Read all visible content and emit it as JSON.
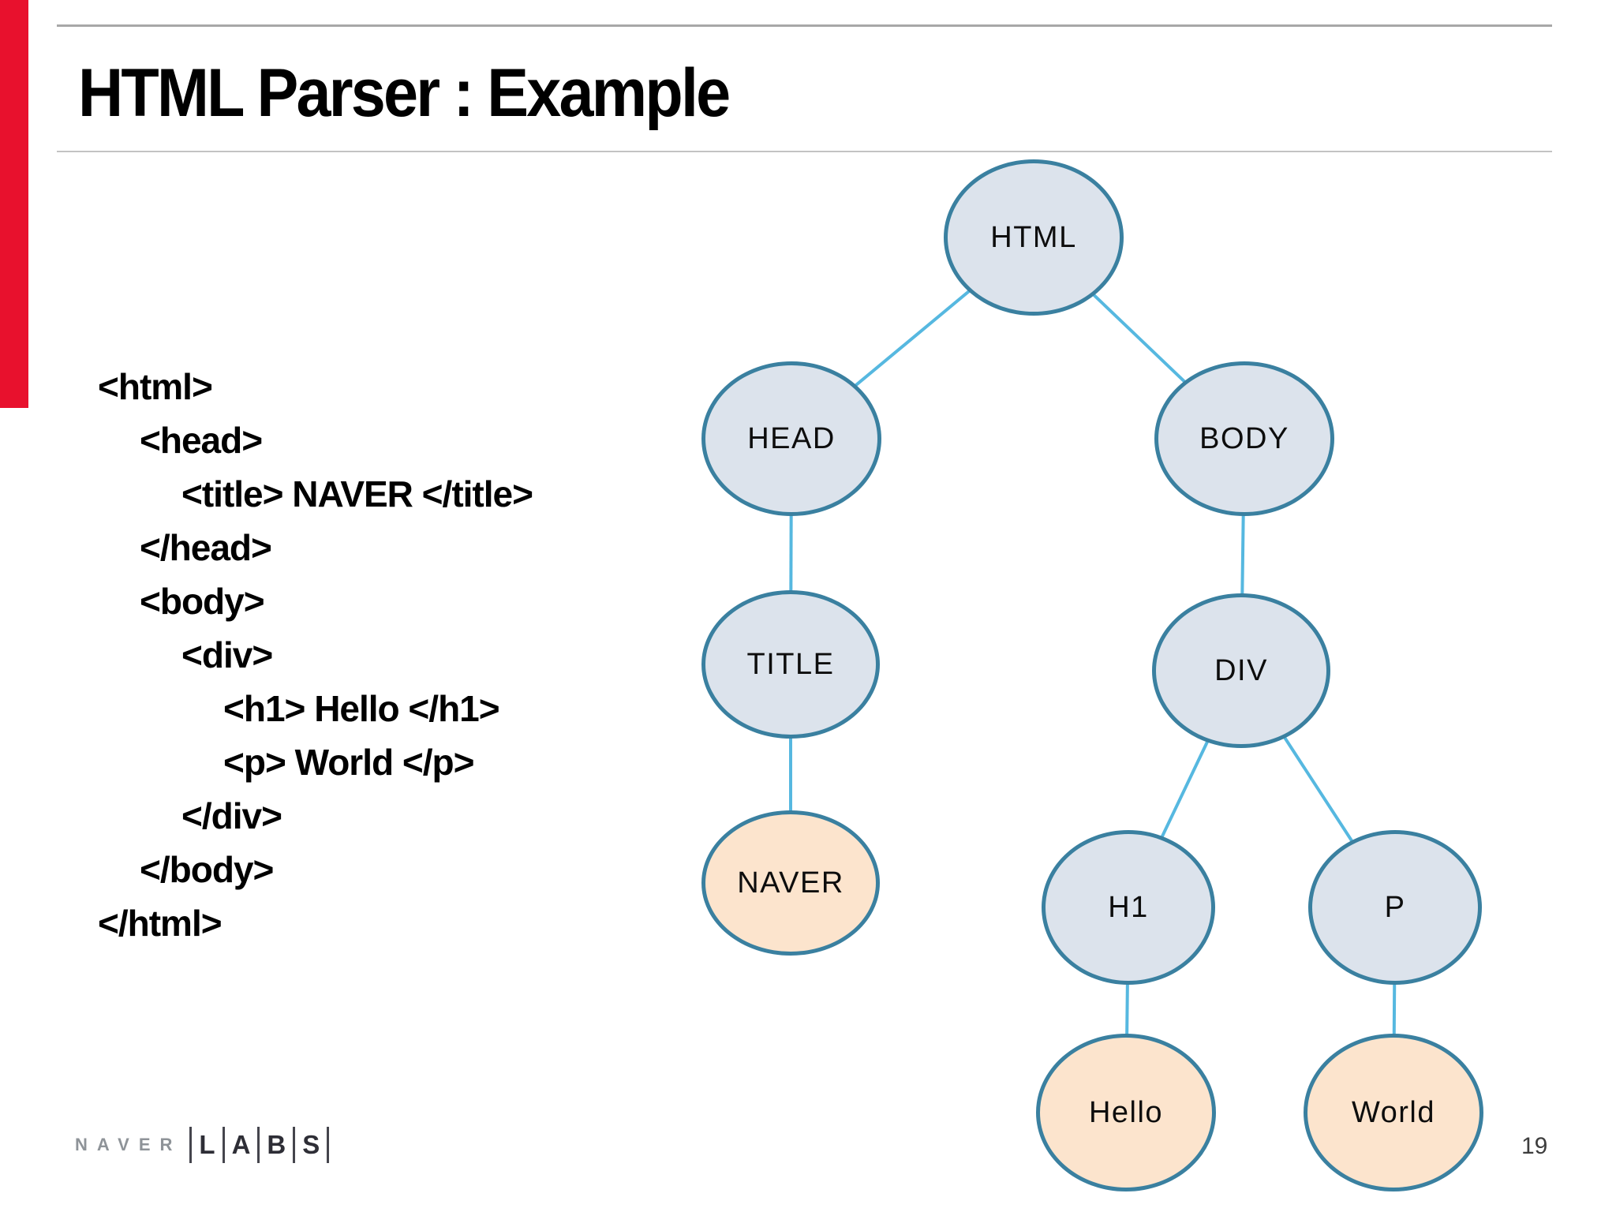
{
  "slide": {
    "title": "HTML Parser : Example",
    "page_number": "19"
  },
  "code_block": {
    "lines": [
      {
        "indent": 0,
        "text": "<html>"
      },
      {
        "indent": 1,
        "text": "<head>"
      },
      {
        "indent": 2,
        "text": "<title> NAVER </title>"
      },
      {
        "indent": 1,
        "text": "</head>"
      },
      {
        "indent": 1,
        "text": "<body>"
      },
      {
        "indent": 2,
        "text": "<div>"
      },
      {
        "indent": 3,
        "text": "<h1> Hello </h1>"
      },
      {
        "indent": 3,
        "text": "<p> World </p>"
      },
      {
        "indent": 2,
        "text": "</div>"
      },
      {
        "indent": 1,
        "text": "</body>"
      },
      {
        "indent": 0,
        "text": "</html>"
      }
    ]
  },
  "tree": {
    "nodes": [
      {
        "id": "html",
        "label": "HTML",
        "kind": "element"
      },
      {
        "id": "head",
        "label": "HEAD",
        "kind": "element"
      },
      {
        "id": "body",
        "label": "BODY",
        "kind": "element"
      },
      {
        "id": "title",
        "label": "TITLE",
        "kind": "element"
      },
      {
        "id": "div",
        "label": "DIV",
        "kind": "element"
      },
      {
        "id": "naver",
        "label": "NAVER",
        "kind": "text"
      },
      {
        "id": "h1",
        "label": "H1",
        "kind": "element"
      },
      {
        "id": "p",
        "label": "P",
        "kind": "element"
      },
      {
        "id": "hello",
        "label": "Hello",
        "kind": "text"
      },
      {
        "id": "world",
        "label": "World",
        "kind": "text"
      }
    ],
    "edges": [
      [
        "html",
        "head"
      ],
      [
        "html",
        "body"
      ],
      [
        "head",
        "title"
      ],
      [
        "title",
        "naver"
      ],
      [
        "body",
        "div"
      ],
      [
        "div",
        "h1"
      ],
      [
        "div",
        "p"
      ],
      [
        "h1",
        "hello"
      ],
      [
        "p",
        "world"
      ]
    ],
    "colors": {
      "element_fill": "#dce3ec",
      "text_fill": "#fce4cd",
      "border": "#3a80a0",
      "edge": "#56b8e0"
    }
  },
  "footer": {
    "brand_naver": "NAVER",
    "brand_labs_letters": [
      "L",
      "A",
      "B",
      "S"
    ]
  },
  "decor": {
    "accent_bar_color": "#e8112d"
  }
}
